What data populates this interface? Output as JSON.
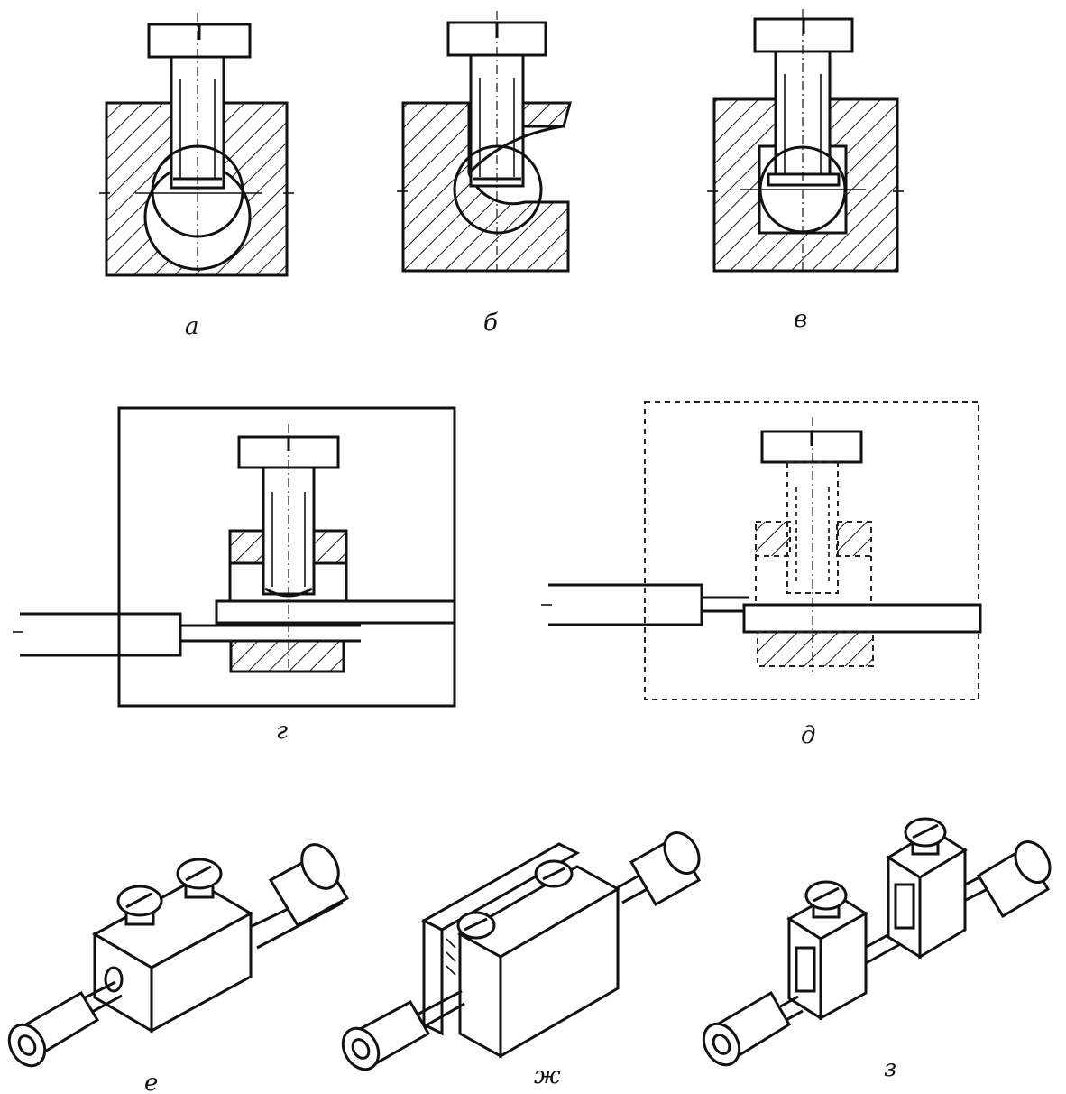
{
  "figures": [
    {
      "id": "a",
      "label": "а"
    },
    {
      "id": "b",
      "label": "б"
    },
    {
      "id": "v",
      "label": "в"
    },
    {
      "id": "g",
      "label": "г"
    },
    {
      "id": "d",
      "label": "д"
    },
    {
      "id": "e",
      "label": "е"
    },
    {
      "id": "zh",
      "label": "ж"
    },
    {
      "id": "z",
      "label": "з"
    }
  ],
  "colors": {
    "ink": "#111111",
    "paper": "#ffffff"
  }
}
